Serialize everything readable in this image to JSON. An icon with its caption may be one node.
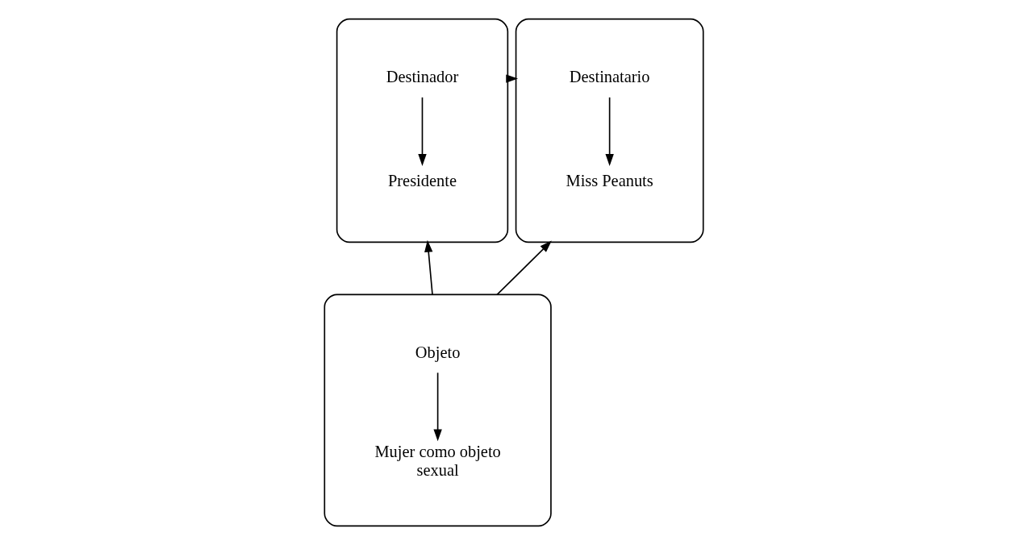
{
  "diagram": {
    "nodes": [
      {
        "text": [],
        "shape": "ellipse"
      },
      {
        "text": [
          "Destinador"
        ],
        "in": 0
      },
      {
        "text": [
          "Presidente"
        ],
        "in": 0
      },
      {
        "text": [],
        "shape": "ellipse"
      },
      {
        "text": [
          "Destinatario"
        ],
        "in": 3
      },
      {
        "text": [
          "Miss Peanuts"
        ],
        "in": 3
      },
      {
        "text": [],
        "shape": "ellipse"
      },
      {
        "text": [
          "Objeto"
        ],
        "in": 6
      },
      {
        "text": [
          "Mujer como objeto sexual"
        ],
        "in": 6
      }
    ],
    "edges": [
      {
        "from": 1,
        "to": 2,
        "arrow": "to"
      },
      {
        "from": 4,
        "to": 5,
        "arrow": "to"
      },
      {
        "from": 7,
        "to": 8,
        "arrow": "to"
      },
      {
        "from": 0,
        "to": 3,
        "arrow": "to"
      },
      {
        "from": 6,
        "to": 0,
        "arrow": "to"
      },
      {
        "from": 6,
        "to": 3,
        "arrow": "to"
      }
    ]
  }
}
